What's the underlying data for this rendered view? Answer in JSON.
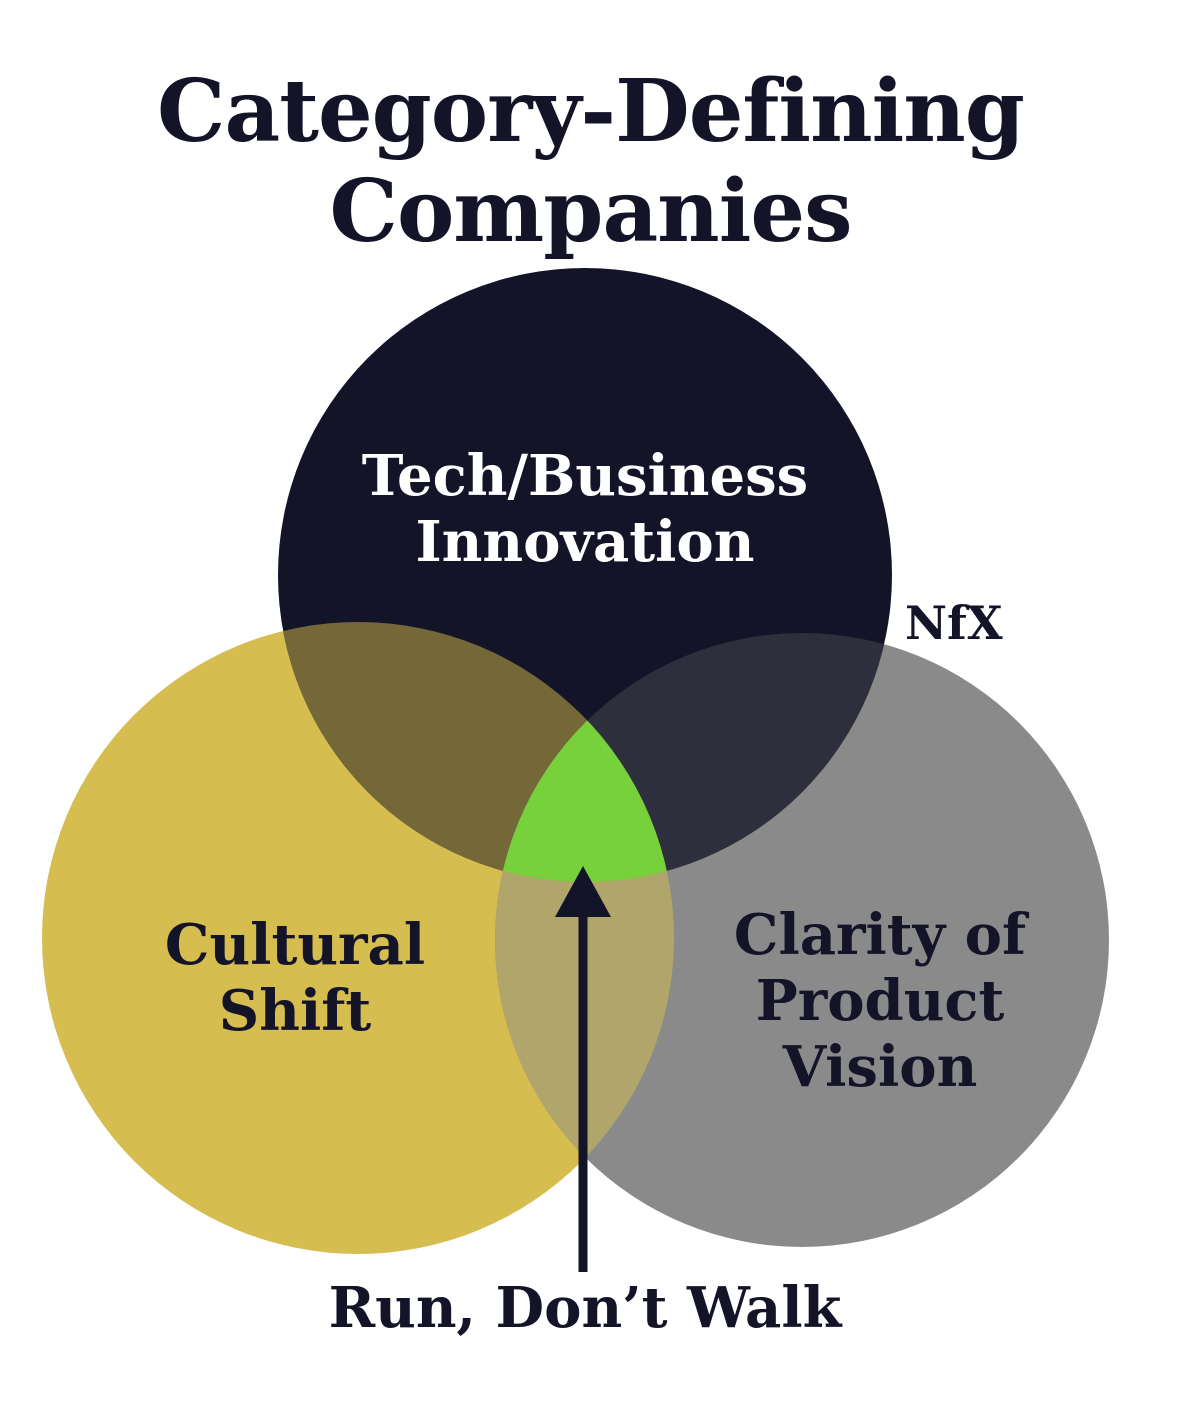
{
  "title_line1": "Category-Defining",
  "title_line2": "Companies",
  "circles": {
    "top": {
      "line1": "Tech/Business",
      "line2": "Innovation",
      "color": "#141428"
    },
    "left": {
      "line1": "Cultural",
      "line2": "Shift",
      "color": "#d6bd50"
    },
    "right": {
      "line1": "Clarity of",
      "line2": "Product",
      "line3": "Vision",
      "color": "#8a8a8a"
    }
  },
  "overlap_colors": {
    "top_left": "#756838",
    "top_right": "#2e2f3d",
    "left_right": "#b0a56b",
    "center": "#77d13a"
  },
  "arrow_label": "Run, Don’t Walk",
  "logo": "NfX"
}
